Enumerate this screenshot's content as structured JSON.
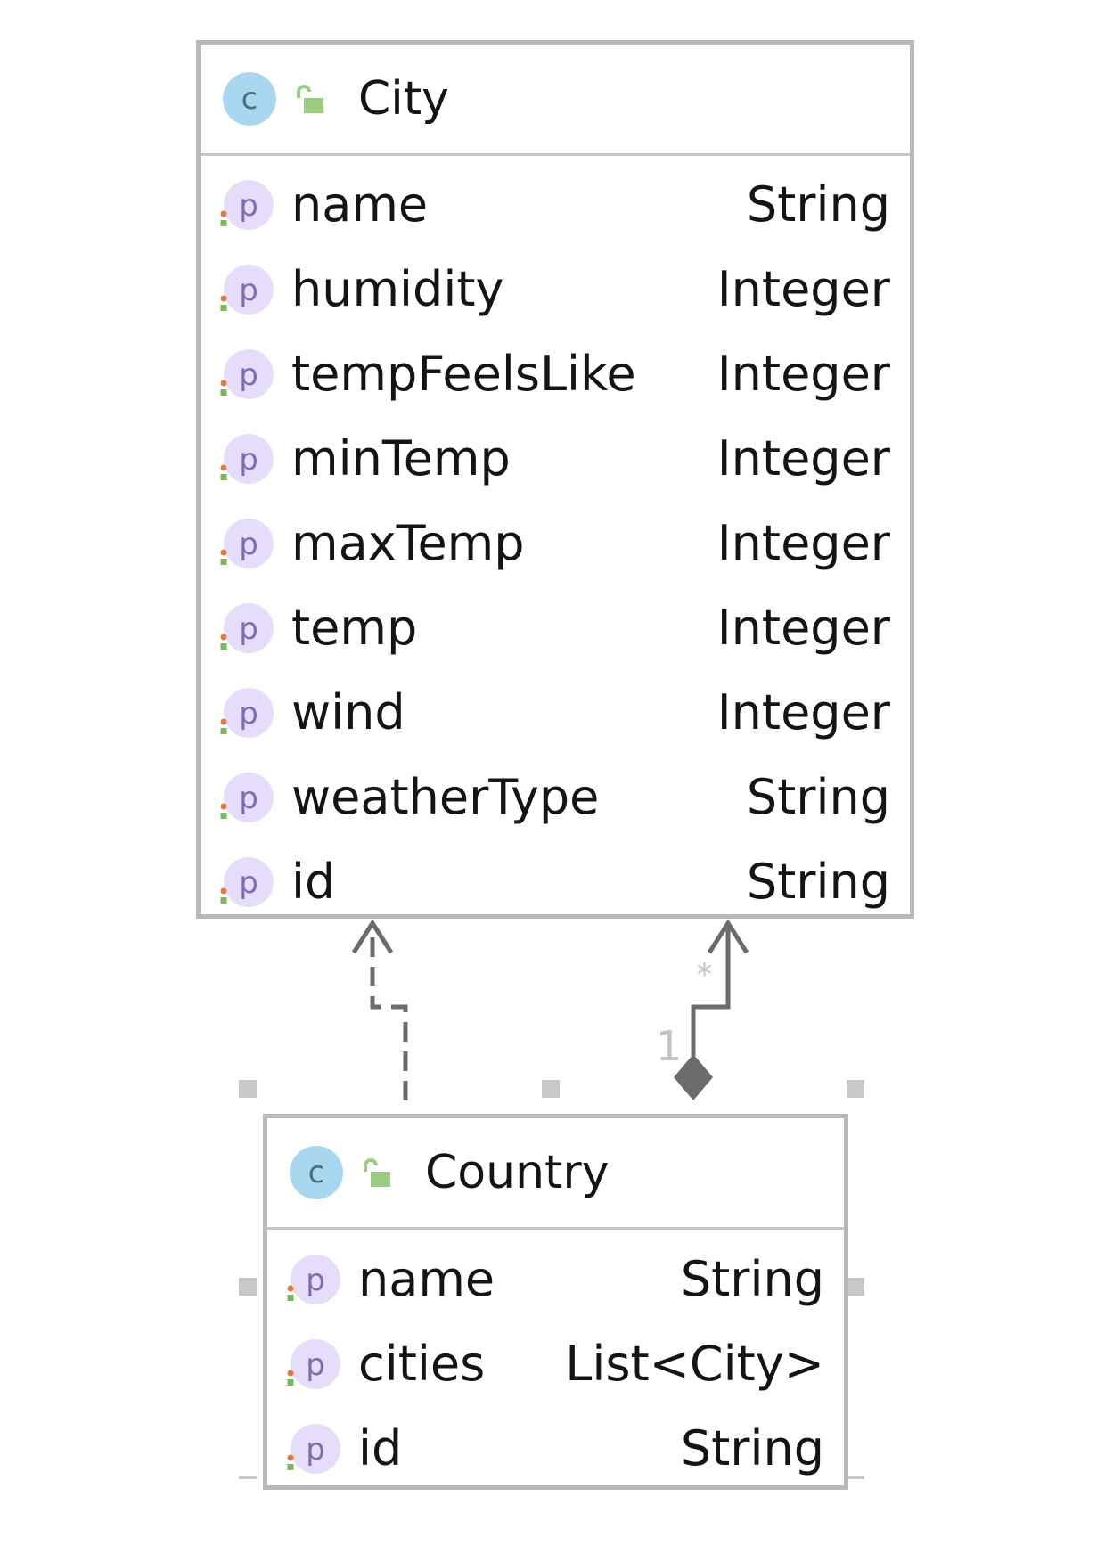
{
  "diagram": {
    "classes": [
      {
        "name": "City",
        "icon": "class-icon",
        "icon_letter": "c",
        "visibility_icon": "unlocked-icon",
        "fields": [
          {
            "name": "name",
            "type": "String",
            "icon": "property-icon",
            "icon_letter": "p"
          },
          {
            "name": "humidity",
            "type": "Integer",
            "icon": "property-icon",
            "icon_letter": "p"
          },
          {
            "name": "tempFeelsLike",
            "type": "Integer",
            "icon": "property-icon",
            "icon_letter": "p"
          },
          {
            "name": "minTemp",
            "type": "Integer",
            "icon": "property-icon",
            "icon_letter": "p"
          },
          {
            "name": "maxTemp",
            "type": "Integer",
            "icon": "property-icon",
            "icon_letter": "p"
          },
          {
            "name": "temp",
            "type": "Integer",
            "icon": "property-icon",
            "icon_letter": "p"
          },
          {
            "name": "wind",
            "type": "Integer",
            "icon": "property-icon",
            "icon_letter": "p"
          },
          {
            "name": "weatherType",
            "type": "String",
            "icon": "property-icon",
            "icon_letter": "p"
          },
          {
            "name": "id",
            "type": "String",
            "icon": "property-icon",
            "icon_letter": "p"
          }
        ]
      },
      {
        "name": "Country",
        "icon": "class-icon",
        "icon_letter": "c",
        "visibility_icon": "unlocked-icon",
        "fields": [
          {
            "name": "name",
            "type": "String",
            "icon": "property-icon",
            "icon_letter": "p"
          },
          {
            "name": "cities",
            "type": "List<City>",
            "icon": "property-icon",
            "icon_letter": "p"
          },
          {
            "name": "id",
            "type": "String",
            "icon": "property-icon",
            "icon_letter": "p"
          }
        ]
      }
    ],
    "relations": [
      {
        "type": "dependency",
        "from": "Country",
        "to": "City",
        "line": "dashed",
        "arrowhead": "open"
      },
      {
        "type": "composition",
        "from": "Country",
        "to": "City",
        "line": "solid",
        "arrowhead": "open",
        "source_end": "filled-diamond",
        "source_multiplicity": "1",
        "target_multiplicity": "*"
      }
    ],
    "selected_class": "Country",
    "colors": {
      "border": "#b9b9b9",
      "class_icon_bg": "#a9d7ef",
      "property_icon_bg": "#e6ddfb",
      "lock_icon": "#9ccc82",
      "connector": "#6b6b6b",
      "multiplicity_text": "#c2c2c2",
      "selection_handle": "#c8c8c8"
    }
  }
}
